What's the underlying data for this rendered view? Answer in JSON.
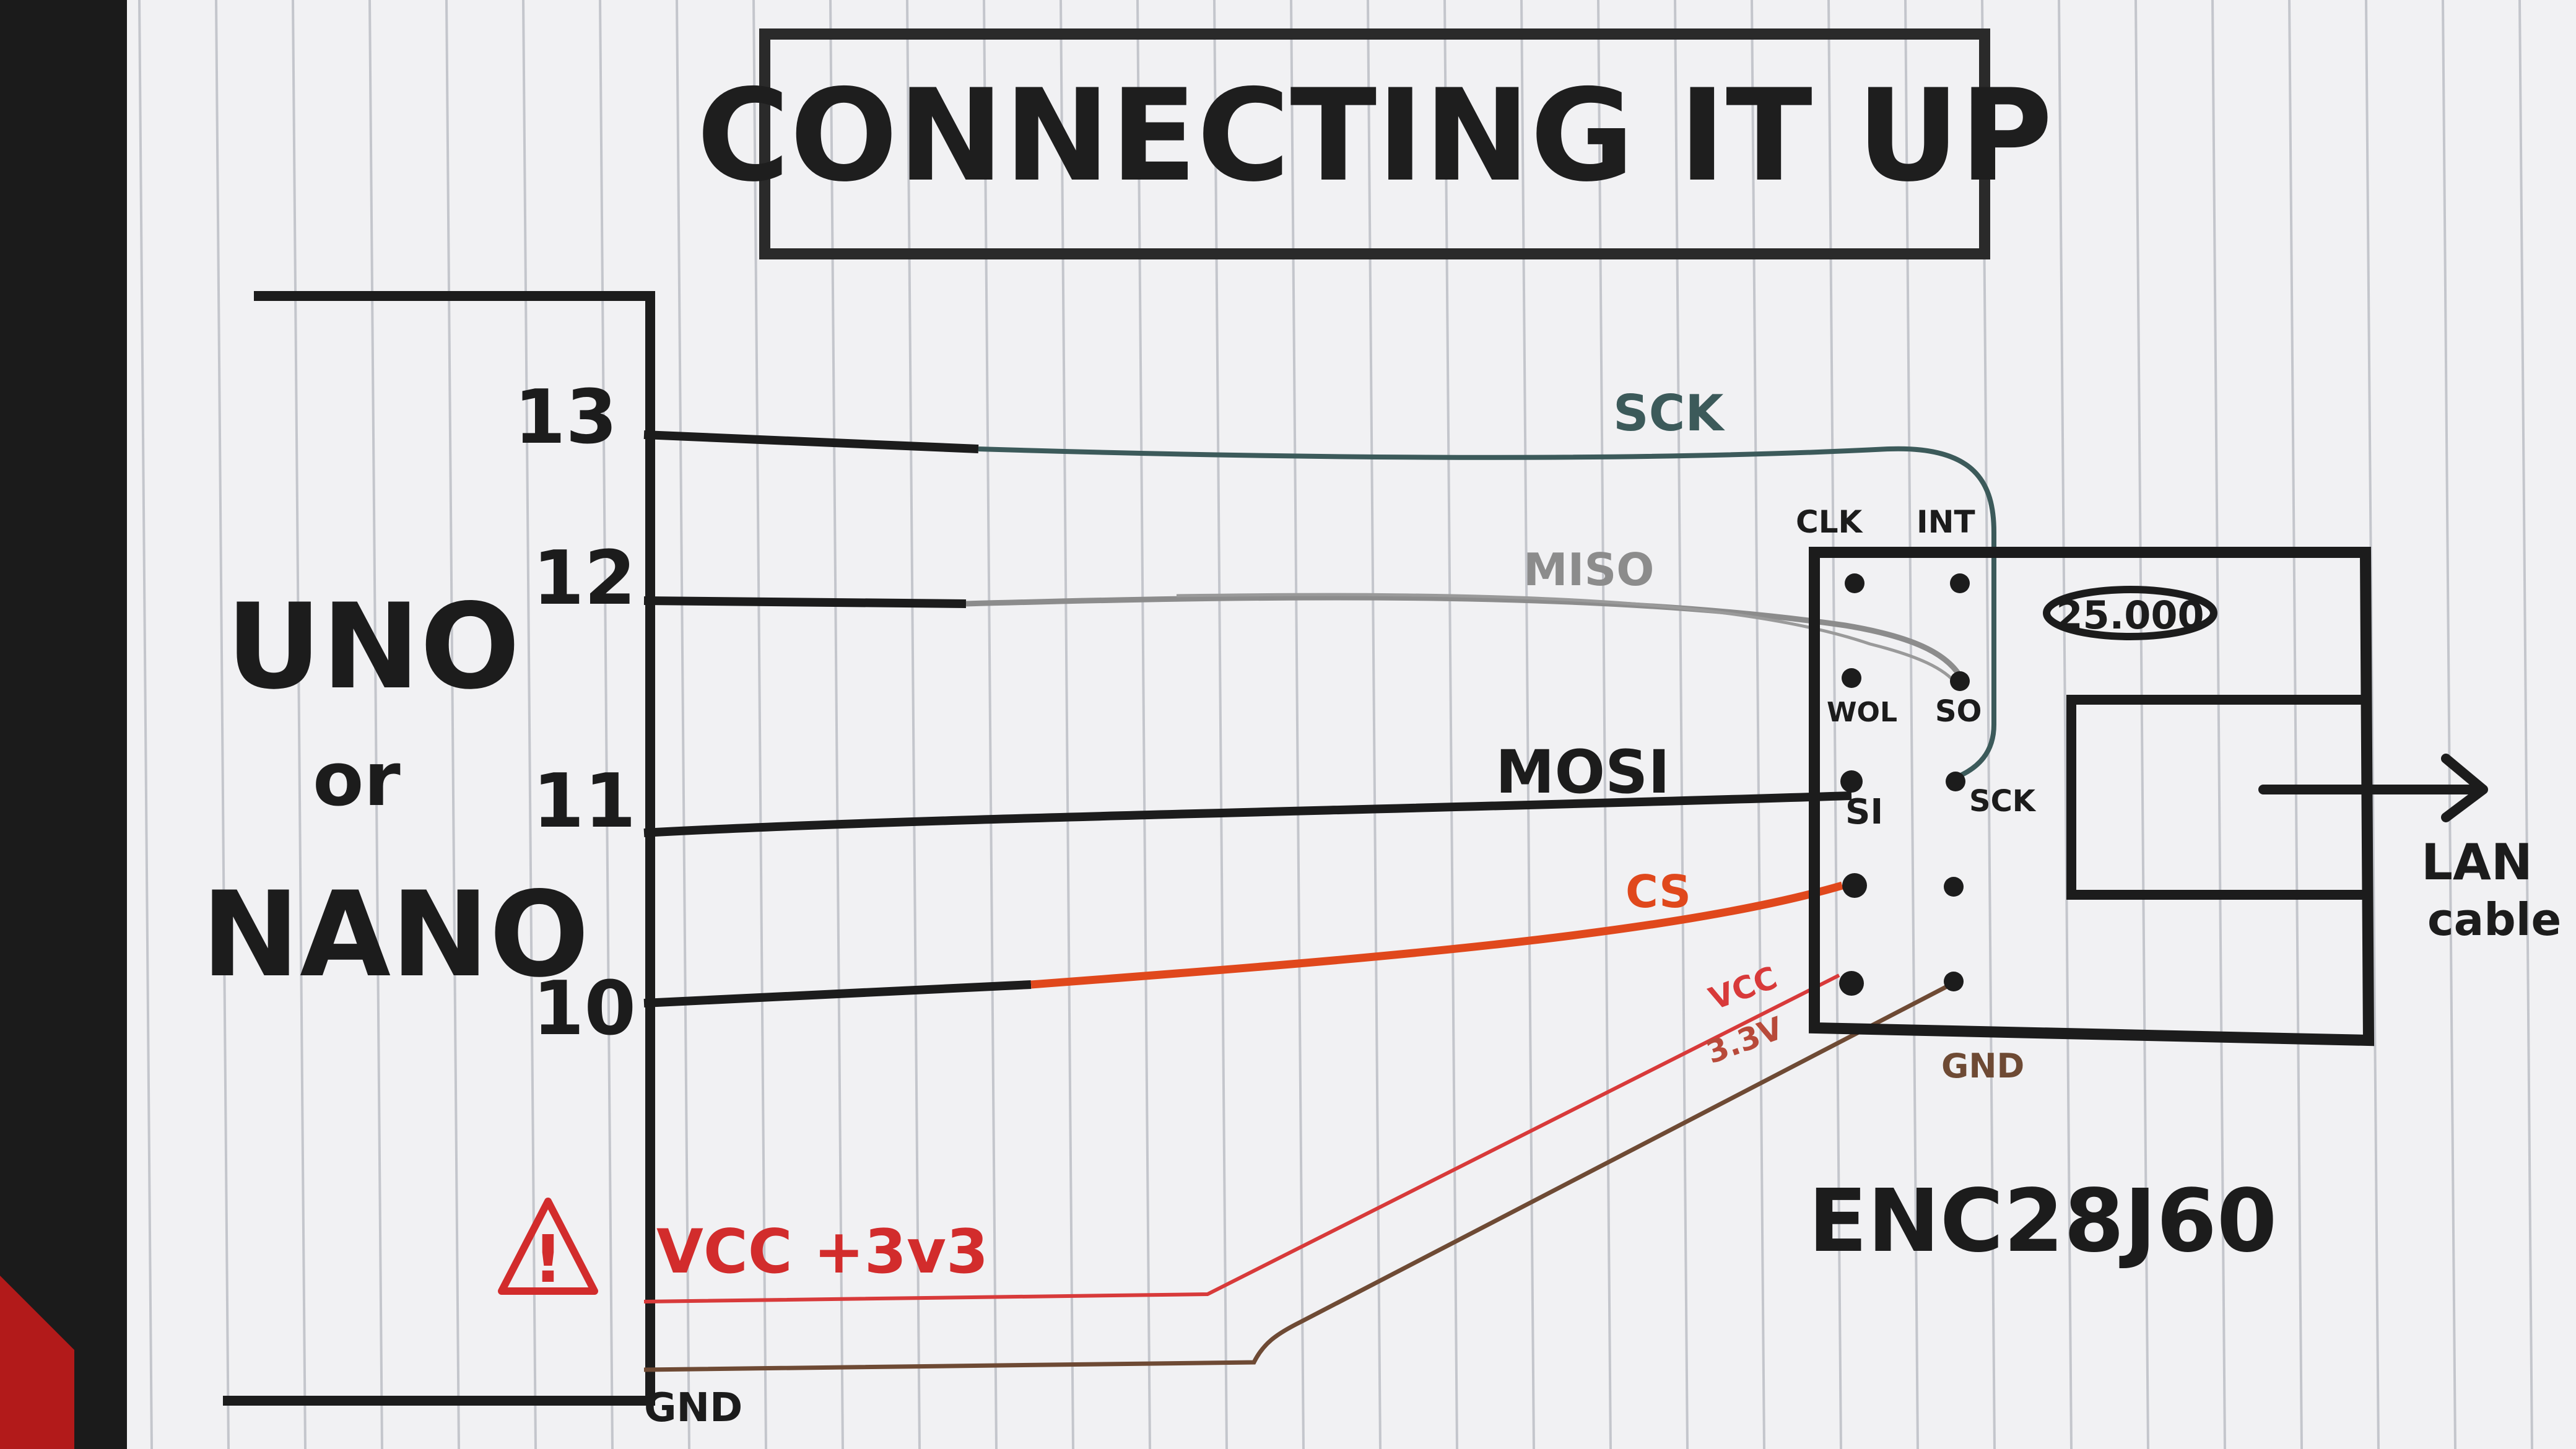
{
  "title": "CONNECTING IT UP",
  "board": {
    "line1": "UNO",
    "line2": "or",
    "line3": "NANO",
    "pins": [
      "13",
      "12",
      "11",
      "10"
    ],
    "vcc_label": "VCC +3v3",
    "gnd_label": "GND",
    "warning_mark": "!"
  },
  "signals": {
    "sck": "SCK",
    "miso": "MISO",
    "mosi": "MOSI",
    "cs": "CS"
  },
  "module": {
    "name": "ENC28J60",
    "crystal": "25.000",
    "pins": {
      "clk": "CLK",
      "int": "INT",
      "wol": "WOL",
      "so": "SO",
      "si": "SI",
      "sck": "SCK",
      "vcc_line1": "VCC",
      "vcc_line2": "3.3V",
      "gnd": "GND"
    },
    "lan_line1": "LAN",
    "lan_line2": "cable"
  },
  "colors": {
    "ink": "#1c1c1c",
    "sck_wire": "#3c5a5a",
    "miso_wire": "#8c8c8c",
    "cs_wire": "#e0481c",
    "vcc_wire": "#d83a3a",
    "gnd_wire": "#6e4a34",
    "warning": "#d22c2c"
  }
}
